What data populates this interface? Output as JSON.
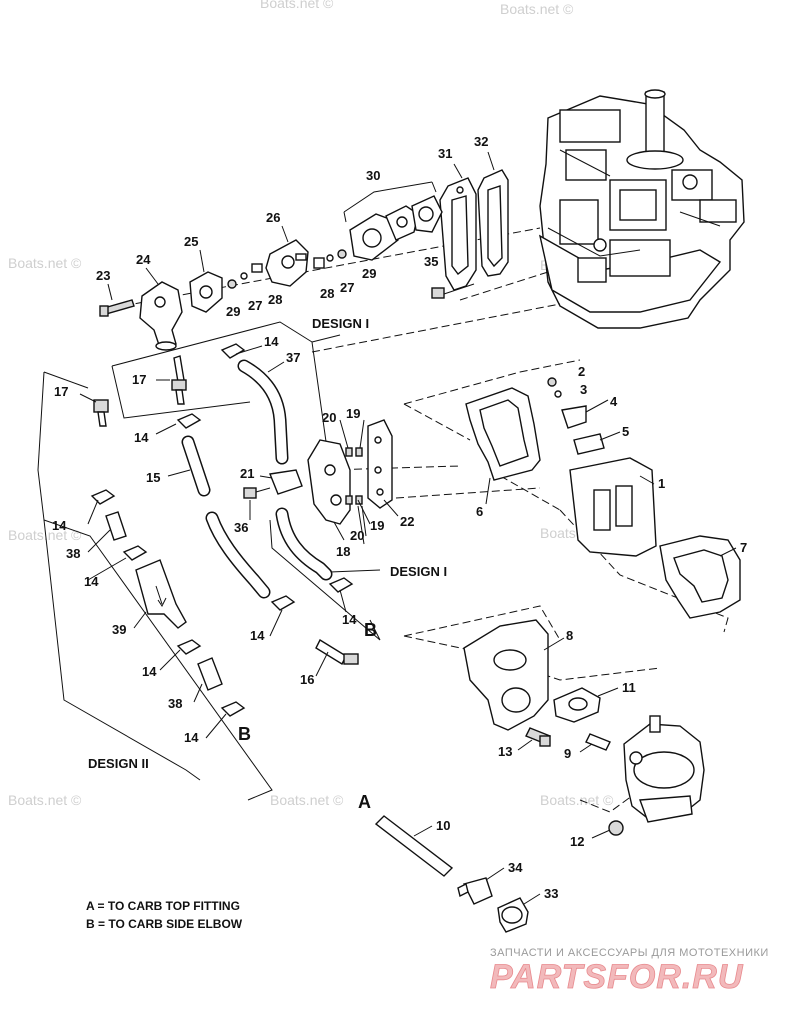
{
  "watermark": "Boats.net ©",
  "parts": {
    "p1": "1",
    "p2": "2",
    "p3": "3",
    "p4": "4",
    "p5": "5",
    "p6": "6",
    "p7": "7",
    "p8": "8",
    "p9": "9",
    "p10": "10",
    "p11": "11",
    "p12": "12",
    "p13": "13",
    "p14": "14",
    "p15": "15",
    "p16": "16",
    "p17": "17",
    "p18": "18",
    "p19": "19",
    "p20": "20",
    "p21": "21",
    "p22": "22",
    "p23": "23",
    "p24": "24",
    "p25": "25",
    "p26": "26",
    "p27": "27",
    "p28": "28",
    "p29": "29",
    "p30": "30",
    "p31": "31",
    "p32": "32",
    "p33": "33",
    "p34": "34",
    "p35": "35",
    "p36": "36",
    "p37": "37",
    "p38": "38",
    "p39": "39"
  },
  "designs": {
    "design_1": "DESIGN I",
    "design_2": "DESIGN II"
  },
  "markers": {
    "a": "A",
    "b": "B"
  },
  "legend": {
    "line_a": "A = TO CARB TOP FITTING",
    "line_b": "B = TO CARB SIDE ELBOW"
  },
  "shop": {
    "tagline": "ЗАПЧАСТИ И АКСЕССУАРЫ ДЛЯ МОТОТЕХНИКИ",
    "logo": "PARTSFOR.RU"
  }
}
